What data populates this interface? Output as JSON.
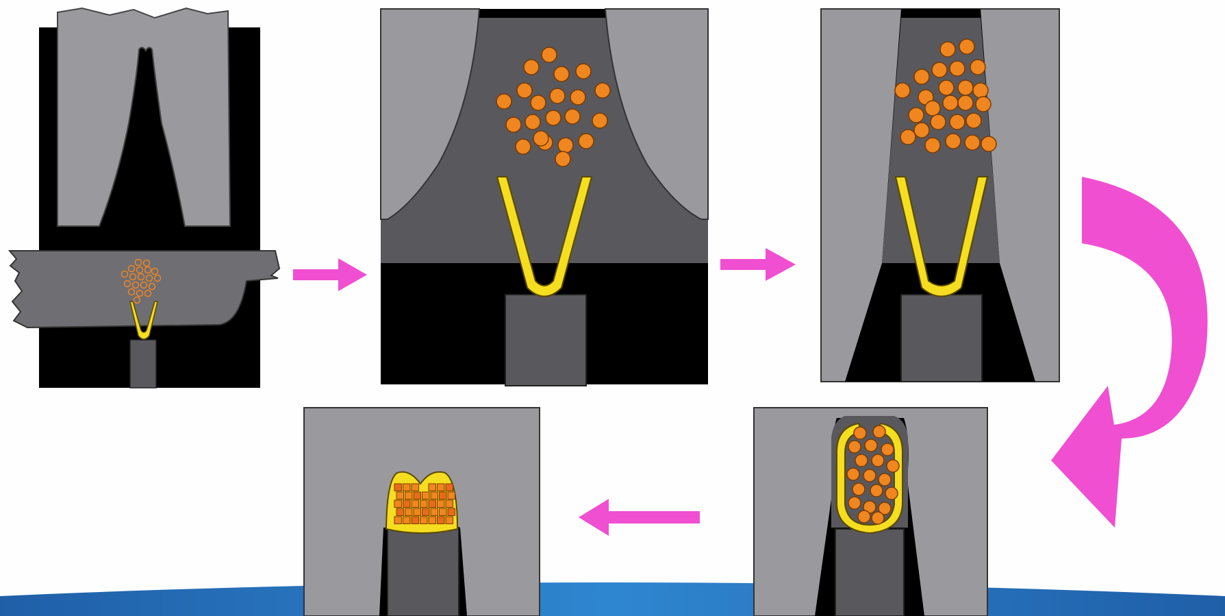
{
  "diagram": {
    "steps": [
      {
        "id": "step-1-overview"
      },
      {
        "id": "step-2-wire-positioning"
      },
      {
        "id": "step-3-crimp-closing"
      },
      {
        "id": "step-4-wings-folding"
      },
      {
        "id": "step-5-final-crimp"
      }
    ],
    "flow": [
      "step-1-overview",
      "step-2-wire-positioning",
      "step-3-crimp-closing",
      "step-4-wings-folding",
      "step-5-final-crimp"
    ],
    "colors": {
      "background": "#fefefe",
      "die_light": "#9a999e",
      "die_mid": "#6f6e73",
      "die_dark": "#59585d",
      "cavity": "#000000",
      "terminal": "#f5dd20",
      "terminal_outline": "#5a4a00",
      "strand": "#f0861f",
      "strand_outline": "#7a3a00",
      "compressed_strand": "#e96a1a",
      "arrow": "#f04fd1",
      "bottom_bar": "#1d6fb8"
    },
    "icons": {
      "arrow-right-icon": "right-pointing magenta arrow",
      "arrow-left-icon": "left-pointing magenta arrow",
      "curved-arrow-icon": "curved magenta arrow turning downward"
    }
  }
}
